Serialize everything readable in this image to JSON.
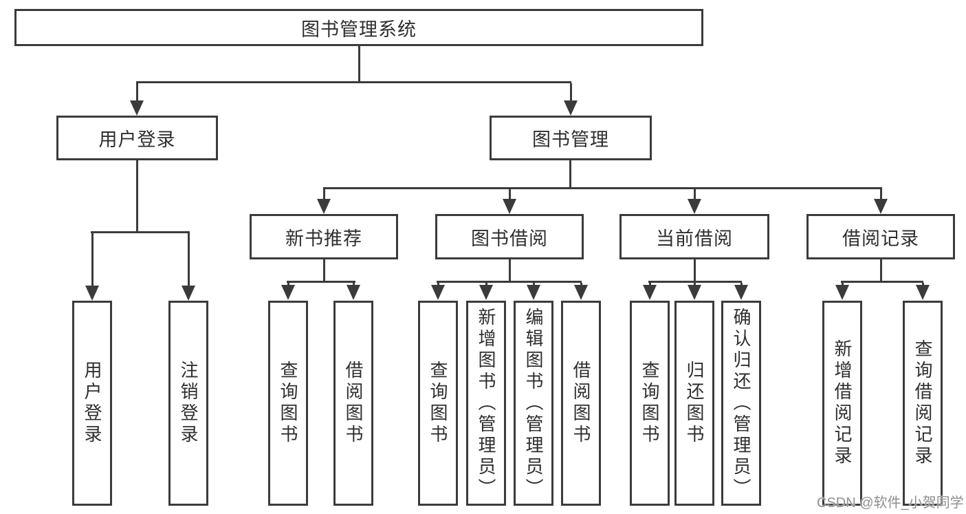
{
  "tree": {
    "label": "图书管理系统",
    "children": [
      {
        "label": "用户登录",
        "children": [
          {
            "label": "用户登录"
          },
          {
            "label": "注销登录"
          }
        ]
      },
      {
        "label": "图书管理",
        "children": [
          {
            "label": "新书推荐",
            "children": [
              {
                "label": "查询图书"
              },
              {
                "label": "借阅图书"
              }
            ]
          },
          {
            "label": "图书借阅",
            "children": [
              {
                "label": "查询图书"
              },
              {
                "label": "新增图书（管理员）"
              },
              {
                "label": "编辑图书（管理员）"
              },
              {
                "label": "借阅图书"
              }
            ]
          },
          {
            "label": "当前借阅",
            "children": [
              {
                "label": "查询图书"
              },
              {
                "label": "归还图书"
              },
              {
                "label": "确认归还（管理员）"
              }
            ]
          },
          {
            "label": "借阅记录",
            "children": [
              {
                "label": "新增借阅记录"
              },
              {
                "label": "查询借阅记录"
              }
            ]
          }
        ]
      }
    ]
  },
  "watermark": {
    "text": "CSDN @软件_小贺同学"
  },
  "colors": {
    "line": "#3b3b3b",
    "text": "#2e2e2e",
    "background": "#ffffff",
    "watermark": "#8f8f8f"
  }
}
